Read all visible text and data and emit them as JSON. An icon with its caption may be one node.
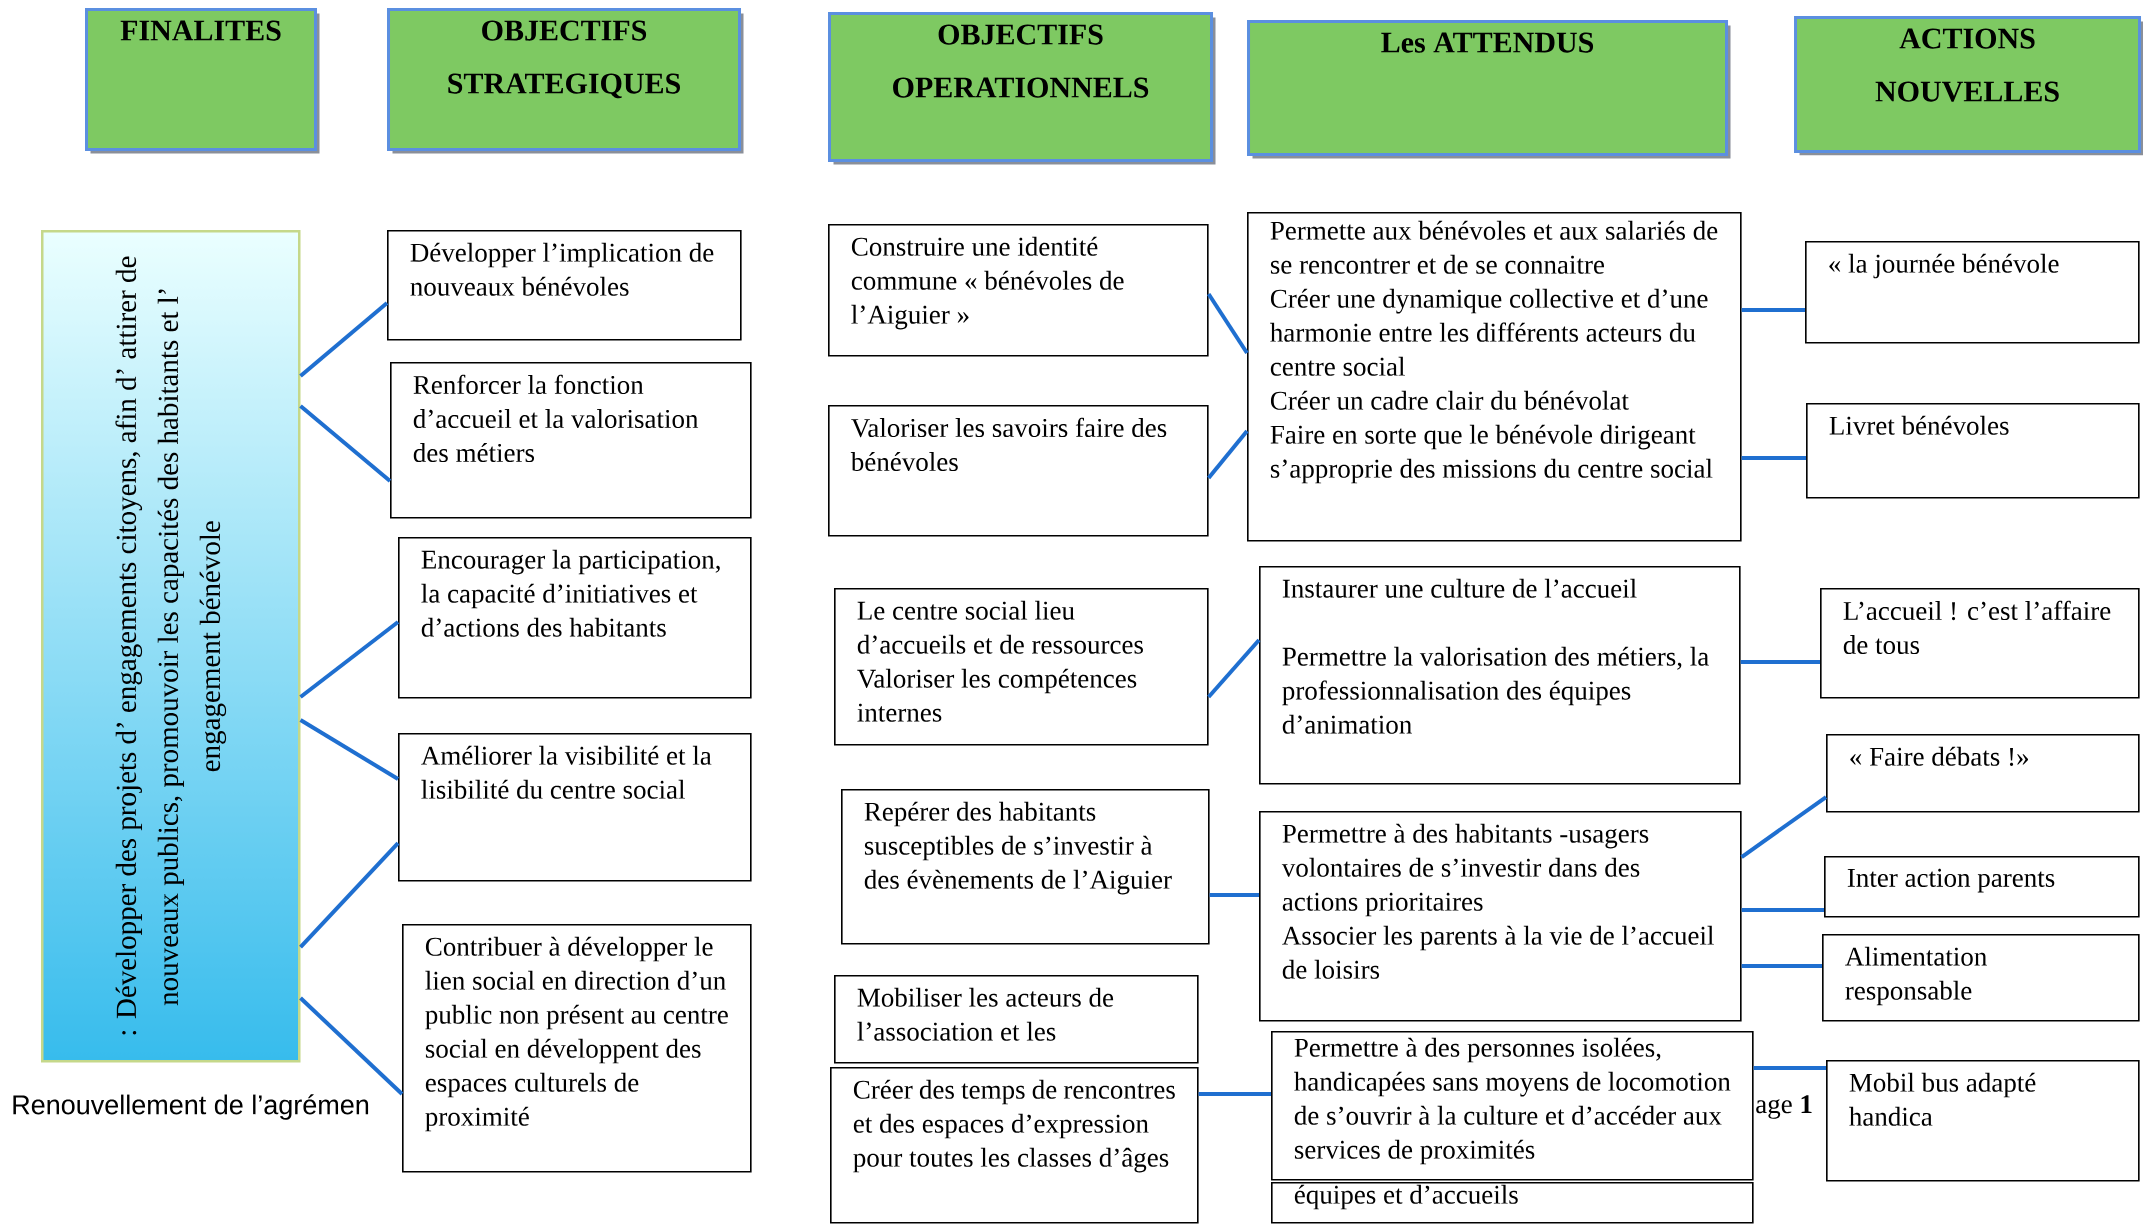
{
  "diagram": {
    "nodes": [
      {
        "text": [
          "FINALITES"
        ]
      },
      {
        "text": [
          "OBJECTIFS STRATEGIQUES"
        ]
      },
      {
        "text": [
          "OBJECTIFS OPERATIONNELS"
        ]
      },
      {
        "text": [
          "Les ATTENDUS"
        ]
      },
      {
        "text": [
          "ACTIONS NOUVELLES"
        ]
      },
      {
        "text": [
          ": Développer des projets d’ engagements citoyens, afin d’ attirer de nouveaux publics, promouvoir les capacités des habitants et l’ engagement bénévole"
        ]
      },
      {
        "text": [
          "Développer l’implication de nouveaux bénévoles"
        ]
      },
      {
        "text": [
          "Renforcer la fonction d’accueil et la valorisation des métiers"
        ]
      },
      {
        "text": [
          "Encourager la participation, la capacité d’initiatives et d’actions des habitants"
        ]
      },
      {
        "text": [
          "Améliorer la visibilité et la lisibilité du centre social"
        ]
      },
      {
        "text": [
          "Contribuer à développer le lien social en direction d’un public non présent au centre social en développent des espaces culturels de proximité"
        ]
      },
      {
        "text": [
          "Construire une identité commune « bénévoles de l’Aiguier »"
        ]
      },
      {
        "text": [
          "Valoriser les savoirs faire des bénévoles"
        ]
      },
      {
        "text": [
          "Le centre social lieu d’accueils et de ressources",
          "Valoriser les compétences internes"
        ]
      },
      {
        "text": [
          "Repérer des habitants susceptibles de s’investir à des évènements de l’Aiguier"
        ]
      },
      {
        "text": [
          "Mobiliser les acteurs de l’association et les"
        ]
      },
      {
        "text": [
          "Créer des temps de rencontres et des espaces d’expression pour toutes les classes d’âges"
        ]
      },
      {
        "text": [
          "Permette aux bénévoles et aux salariés de se rencontrer et de se connaitre",
          "Créer une dynamique collective et d’une harmonie entre les différents acteurs du centre social",
          "Créer un cadre clair du bénévolat",
          "Faire en sorte que le bénévole dirigeant s’approprie des missions du centre social"
        ]
      },
      {
        "text": [
          "Instaurer une culture de l’accueil",
          "Permettre la valorisation des métiers, la professionnalisation des équipes d’animation"
        ]
      },
      {
        "text": [
          "Permettre à des habitants -usagers volontaires de s’investir dans des actions prioritaires",
          "Associer les parents à la vie de l’accueil de loisirs"
        ]
      },
      {
        "text": [
          "Permettre à des personnes isolées, handicapées sans moyens de locomotion de s’ouvrir à la culture et d’accéder aux services de proximités"
        ]
      },
      {
        "text": [
          "équipes et d’accueils"
        ]
      },
      {
        "text": [
          "« la journée bénévole"
        ]
      },
      {
        "text": [
          "Livret bénévoles"
        ]
      },
      {
        "text": [
          "L’accueil ! c’est l’affaire de tous"
        ]
      },
      {
        "text": [
          "« Faire débats !»"
        ]
      },
      {
        "text": [
          "Inter action parents"
        ]
      },
      {
        "text": [
          "Alimentation responsable"
        ]
      },
      {
        "text": [
          "Mobil bus adapté handica"
        ]
      }
    ],
    "edges": [
      {
        "from": 5,
        "to": 6,
        "arrow": "none"
      },
      {
        "from": 5,
        "to": 7,
        "arrow": "none"
      },
      {
        "from": 5,
        "to": 8,
        "arrow": "none"
      },
      {
        "from": 5,
        "to": 9,
        "arrow": "none"
      },
      {
        "from": 5,
        "to": 9,
        "arrow": "none"
      },
      {
        "from": 5,
        "to": 10,
        "arrow": "none"
      },
      {
        "from": 11,
        "to": 17,
        "arrow": "none"
      },
      {
        "from": 12,
        "to": 17,
        "arrow": "none"
      },
      {
        "from": 13,
        "to": 18,
        "arrow": "none"
      },
      {
        "from": 14,
        "to": 19,
        "arrow": "none"
      },
      {
        "from": 16,
        "to": 20,
        "arrow": "none"
      },
      {
        "from": 17,
        "to": 22,
        "arrow": "none"
      },
      {
        "from": 17,
        "to": 23,
        "arrow": "none"
      },
      {
        "from": 18,
        "to": 24,
        "arrow": "none"
      },
      {
        "from": 19,
        "to": 25,
        "arrow": "none"
      },
      {
        "from": 19,
        "to": 26,
        "arrow": "none"
      },
      {
        "from": 19,
        "to": 27,
        "arrow": "none"
      },
      {
        "from": 20,
        "to": 28,
        "arrow": "none"
      }
    ],
    "labels": [
      "Renouvellement de l’agrémen",
      "age **1**"
    ]
  }
}
